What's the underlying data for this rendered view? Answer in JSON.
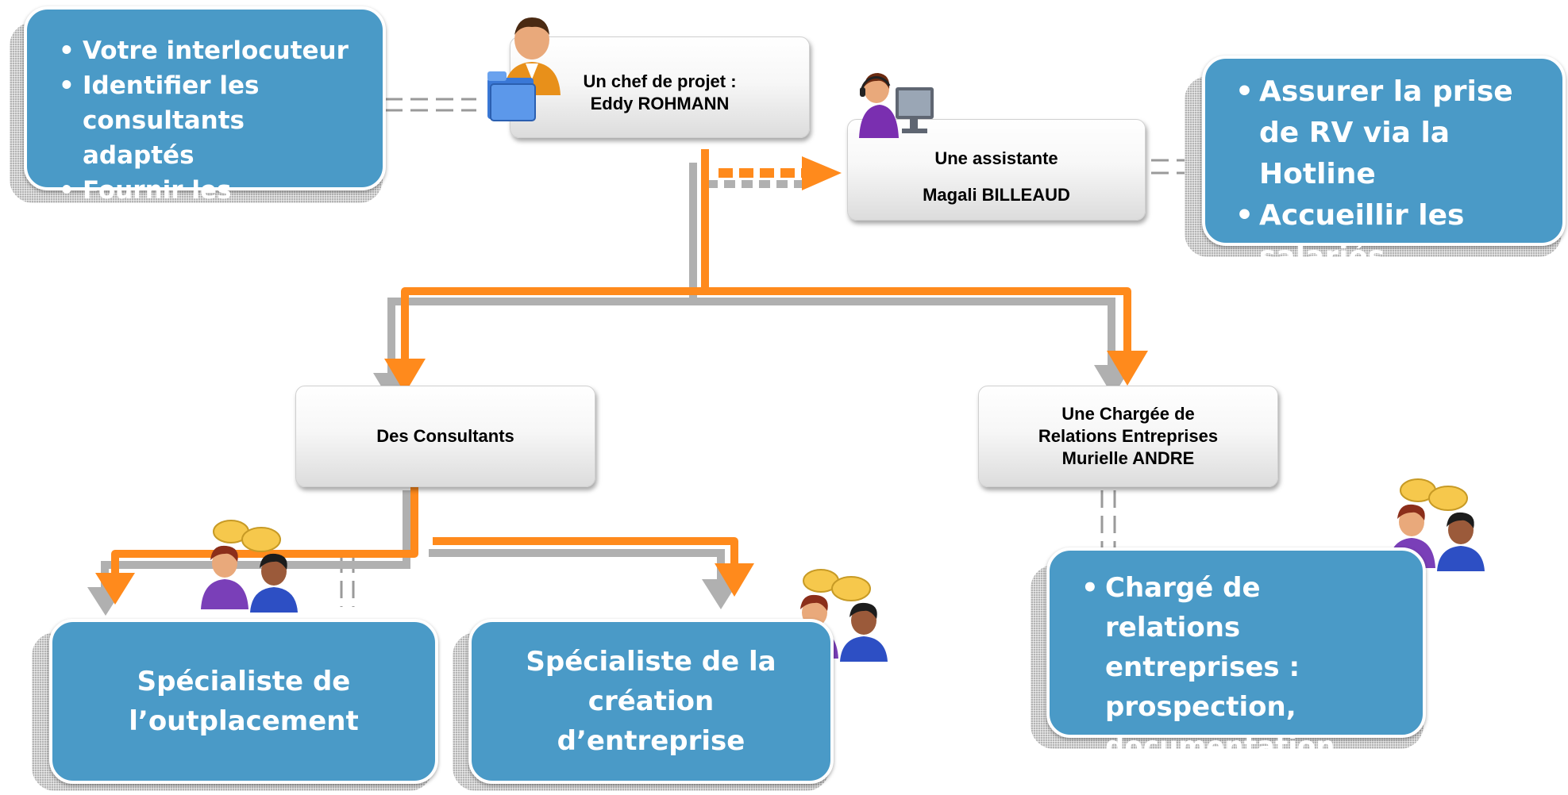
{
  "colors": {
    "accent_orange": "#ff8a1c",
    "box_blue": "#4a9ac7",
    "box_text": "#ffffff",
    "shadow_gray": "#b4b4b4"
  },
  "icons": {
    "chef": "person-with-folder-icon",
    "assistante": "person-with-headset-computer-icon",
    "conversation": "two-people-talking-icon"
  },
  "top_left_box": {
    "items": [
      "Votre interlocuteur",
      "Identifier les consultants adaptés",
      "Fournir les reportings"
    ]
  },
  "chef_projet": {
    "line1": "Un chef de projet :",
    "line2": "Eddy ROHMANN"
  },
  "assistante": {
    "line1": "Une assistante",
    "line2": "Magali BILLEAUD"
  },
  "top_right_box": {
    "items": [
      "Assurer la prise de RV via la Hotline",
      " Accueillir les salariés"
    ]
  },
  "consultants": {
    "label": "Des Consultants"
  },
  "chargee": {
    "line1": "Une Chargée de",
    "line2": "Relations Entreprises",
    "line3": "Murielle ANDRE"
  },
  "specialiste_outplacement": {
    "line1": "Spécialiste de",
    "line2": "l’outplacement"
  },
  "specialiste_creation": {
    "line1": "Spécialiste de la",
    "line2": "création",
    "line3": "d’entreprise"
  },
  "chargee_box": {
    "items": [
      "Chargé de relations entreprises : prospection, documentation,…."
    ]
  }
}
